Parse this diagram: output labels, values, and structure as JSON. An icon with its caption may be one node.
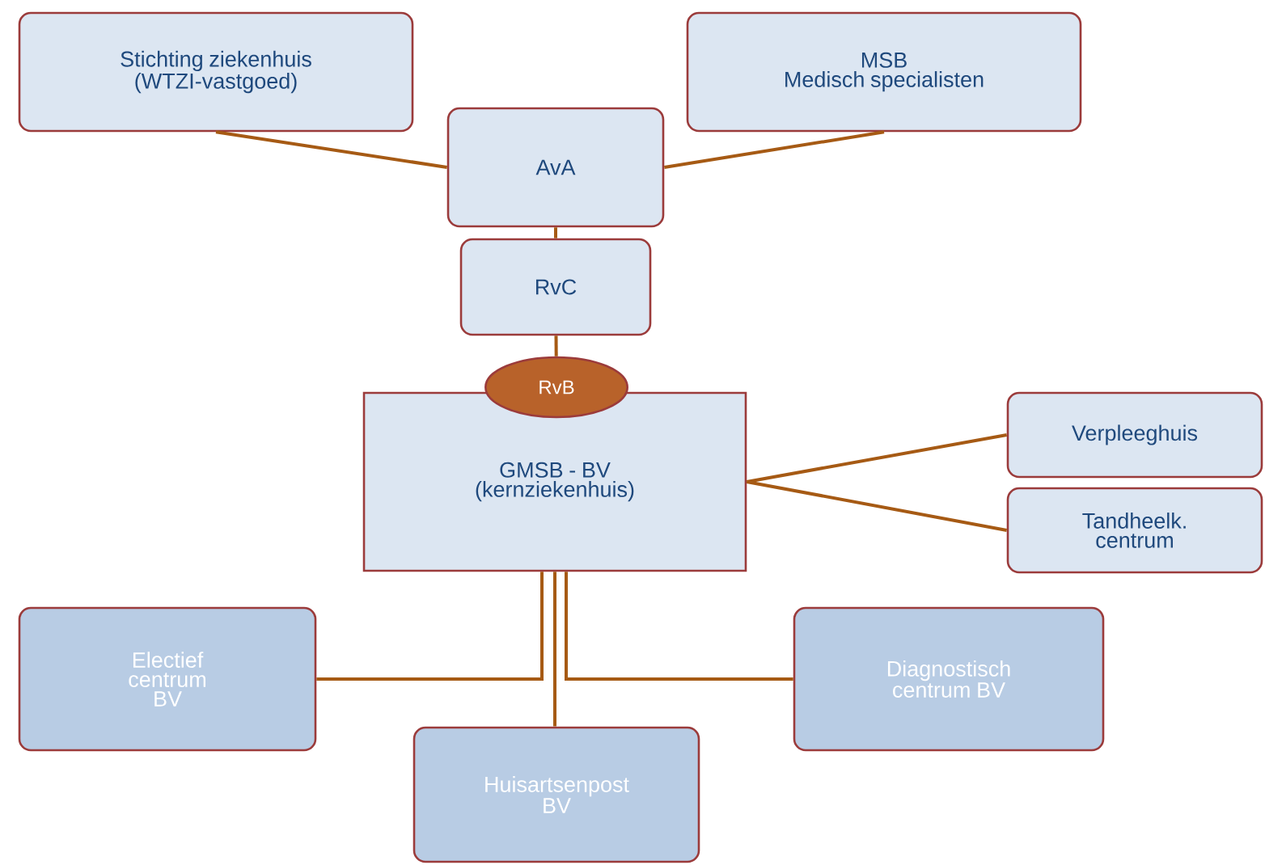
{
  "diagram": {
    "nodes": [
      {
        "text": [
          "Stichting ziekenhuis (WTZI-vastgoed)"
        ]
      },
      {
        "text": [
          "MSB",
          "Medisch specialisten"
        ]
      },
      {
        "text": [
          "AvA"
        ]
      },
      {
        "text": [
          "RvC"
        ]
      },
      {
        "text": [
          "RvB"
        ]
      },
      {
        "text": [
          "GMSB - BV (kernziekenhuis)"
        ]
      },
      {
        "text": [
          "Verpleeghuis"
        ]
      },
      {
        "text": [
          "Tandheelk. centrum"
        ]
      },
      {
        "text": [
          "Electief centrum BV"
        ]
      },
      {
        "text": [
          "Diagnostisch centrum BV"
        ]
      },
      {
        "text": [
          "Huisartsenpost BV"
        ]
      }
    ],
    "edges": [
      {
        "from": 0,
        "to": 2,
        "arrow": "none"
      },
      {
        "from": 1,
        "to": 2,
        "arrow": "none"
      },
      {
        "from": 2,
        "to": 3,
        "arrow": "none"
      },
      {
        "from": 3,
        "to": 4,
        "arrow": "none"
      },
      {
        "from": 5,
        "to": 6,
        "arrow": "none"
      },
      {
        "from": 5,
        "to": 7,
        "arrow": "none"
      },
      {
        "from": 5,
        "to": 8,
        "arrow": "none"
      },
      {
        "from": 5,
        "to": 9,
        "arrow": "none"
      },
      {
        "from": 5,
        "to": 10,
        "arrow": "none"
      }
    ]
  }
}
